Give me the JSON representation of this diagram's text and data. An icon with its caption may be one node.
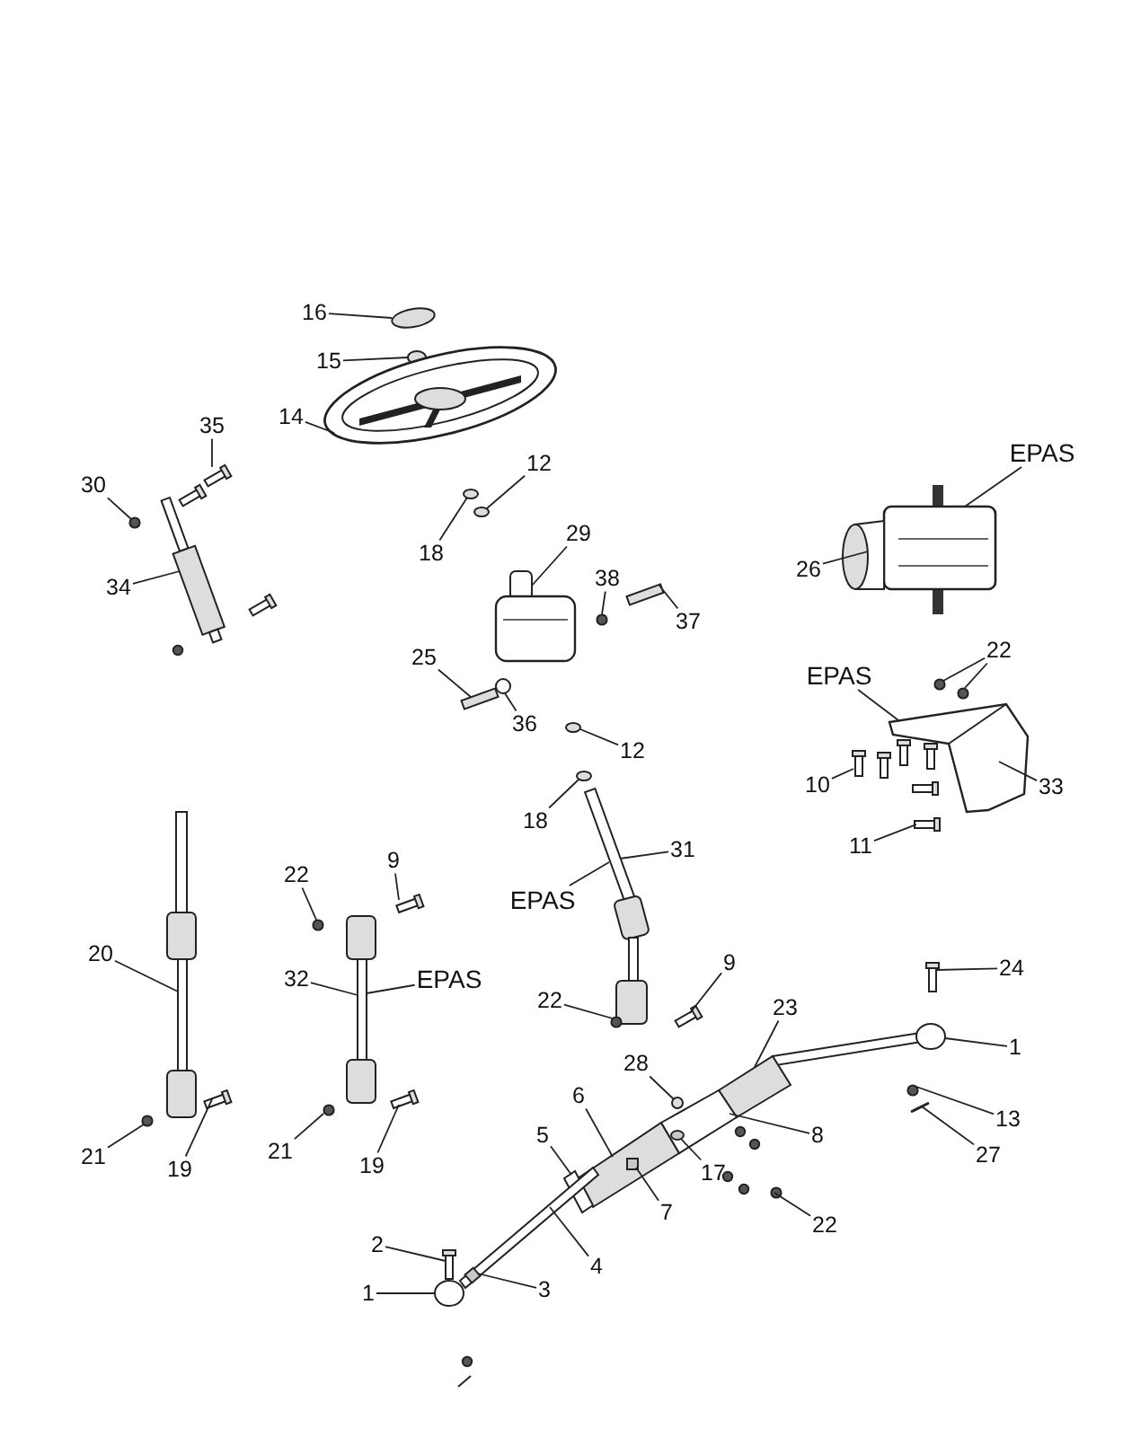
{
  "diagram": {
    "nodes": [
      {
        "text": [
          "16"
        ]
      },
      {
        "text": [
          "15"
        ]
      },
      {
        "text": [
          "14"
        ]
      },
      {
        "text": [
          "35"
        ]
      },
      {
        "text": [
          "30"
        ]
      },
      {
        "text": [
          "34"
        ]
      },
      {
        "text": [
          "12"
        ]
      },
      {
        "text": [
          "18"
        ]
      },
      {
        "text": [
          "29"
        ]
      },
      {
        "text": [
          "25"
        ]
      },
      {
        "text": [
          "36"
        ]
      },
      {
        "text": [
          "38"
        ]
      },
      {
        "text": [
          "37"
        ]
      },
      {
        "text": [
          "EPAS"
        ]
      },
      {
        "text": [
          "26"
        ]
      },
      {
        "text": [
          "22"
        ]
      },
      {
        "text": [
          "EPAS"
        ]
      },
      {
        "text": [
          "10"
        ]
      },
      {
        "text": [
          "33"
        ]
      },
      {
        "text": [
          "11"
        ]
      },
      {
        "text": [
          "12"
        ]
      },
      {
        "text": [
          "18"
        ]
      },
      {
        "text": [
          "31"
        ]
      },
      {
        "text": [
          "EPAS"
        ]
      },
      {
        "text": [
          "22"
        ]
      },
      {
        "text": [
          "9"
        ]
      },
      {
        "text": [
          "20"
        ]
      },
      {
        "text": [
          "32"
        ]
      },
      {
        "text": [
          "EPAS"
        ]
      },
      {
        "text": [
          "9"
        ]
      },
      {
        "text": [
          "22"
        ]
      },
      {
        "text": [
          "21"
        ]
      },
      {
        "text": [
          "19"
        ]
      },
      {
        "text": [
          "21"
        ]
      },
      {
        "text": [
          "19"
        ]
      },
      {
        "text": [
          "24"
        ]
      },
      {
        "text": [
          "1"
        ]
      },
      {
        "text": [
          "23"
        ]
      },
      {
        "text": [
          "28"
        ]
      },
      {
        "text": [
          "6"
        ]
      },
      {
        "text": [
          "5"
        ]
      },
      {
        "text": [
          "8"
        ]
      },
      {
        "text": [
          "13"
        ]
      },
      {
        "text": [
          "27"
        ]
      },
      {
        "text": [
          "17"
        ]
      },
      {
        "text": [
          "7"
        ]
      },
      {
        "text": [
          "22"
        ]
      },
      {
        "text": [
          "4"
        ]
      },
      {
        "text": [
          "2"
        ]
      },
      {
        "text": [
          "3"
        ]
      },
      {
        "text": [
          "1"
        ]
      },
      {
        "text": [],
        "shape": "ellipse"
      },
      {
        "text": [],
        "shape": "ellipse"
      },
      {
        "text": [],
        "shape": "picture"
      },
      {
        "text": [],
        "shape": "bolt"
      },
      {
        "text": [],
        "shape": "circle"
      },
      {
        "text": [],
        "shape": "cylinder"
      },
      {
        "text": [],
        "shape": "ellipse"
      },
      {
        "text": [],
        "shape": "ellipse"
      },
      {
        "text": [],
        "shape": "picture"
      },
      {
        "text": [],
        "shape": "bar"
      },
      {
        "text": [],
        "shape": "circle"
      },
      {
        "text": [],
        "shape": "circle"
      },
      {
        "text": [],
        "shape": "bar"
      },
      {
        "text": [],
        "shape": "picture"
      },
      {
        "text": [],
        "shape": "circle"
      },
      {
        "text": [],
        "shape": "circle"
      },
      {
        "text": [],
        "shape": "picture"
      },
      {
        "text": [],
        "shape": "bolt"
      },
      {
        "text": [],
        "shape": "bolt"
      },
      {
        "text": [],
        "shape": "ellipse"
      },
      {
        "text": [],
        "shape": "ellipse"
      },
      {
        "text": [],
        "shape": "picture"
      },
      {
        "text": [],
        "shape": "circle"
      },
      {
        "text": [],
        "shape": "bolt"
      },
      {
        "text": [],
        "shape": "picture"
      },
      {
        "text": [],
        "shape": "picture"
      },
      {
        "text": [],
        "shape": "bolt"
      },
      {
        "text": [],
        "shape": "circle"
      },
      {
        "text": [],
        "shape": "circle"
      },
      {
        "text": [],
        "shape": "bolt"
      },
      {
        "text": [],
        "shape": "circle"
      },
      {
        "text": [],
        "shape": "bolt"
      },
      {
        "text": [],
        "shape": "bolt"
      },
      {
        "text": [],
        "shape": "ellipse"
      },
      {
        "text": [],
        "shape": "picture"
      },
      {
        "text": [],
        "shape": "circle"
      },
      {
        "text": [],
        "shape": "picture"
      },
      {
        "text": [],
        "shape": "bar"
      },
      {
        "text": [],
        "shape": "box"
      },
      {
        "text": [],
        "shape": "circle"
      },
      {
        "text": [],
        "shape": "bar"
      },
      {
        "text": [],
        "shape": "ellipse",
        "in": 89
      },
      {
        "text": [],
        "shape": "box",
        "in": 87
      },
      {
        "text": [],
        "shape": "circle"
      },
      {
        "text": [],
        "shape": "bar"
      },
      {
        "text": [],
        "shape": "bolt"
      },
      {
        "text": [],
        "shape": "box",
        "in": 95
      },
      {
        "text": [],
        "shape": "ellipse"
      }
    ],
    "edges": [
      {
        "from": 0,
        "to": 51,
        "arrow": "none"
      },
      {
        "from": 1,
        "to": 52,
        "arrow": "none"
      },
      {
        "from": 2,
        "to": 53,
        "arrow": "none"
      },
      {
        "from": 3,
        "to": 54,
        "arrow": "none"
      },
      {
        "from": 4,
        "to": 55,
        "arrow": "none"
      },
      {
        "from": 5,
        "to": 56,
        "arrow": "none"
      },
      {
        "from": 6,
        "to": 57,
        "arrow": "none"
      },
      {
        "from": 7,
        "to": 58,
        "arrow": "none"
      },
      {
        "from": 8,
        "to": 59,
        "arrow": "none"
      },
      {
        "from": 9,
        "to": 60,
        "arrow": "none"
      },
      {
        "from": 10,
        "to": 61,
        "arrow": "none"
      },
      {
        "from": 11,
        "to": 62,
        "arrow": "none"
      },
      {
        "from": 12,
        "to": 63,
        "arrow": "none"
      },
      {
        "from": 13,
        "to": 64,
        "arrow": "none"
      },
      {
        "from": 14,
        "to": 64,
        "arrow": "none"
      },
      {
        "from": 15,
        "to": 65,
        "arrow": "none"
      },
      {
        "from": 15,
        "to": 66,
        "arrow": "none"
      },
      {
        "from": 16,
        "to": 67,
        "arrow": "none"
      },
      {
        "from": 17,
        "to": 68,
        "arrow": "none"
      },
      {
        "from": 18,
        "to": 67,
        "arrow": "none"
      },
      {
        "from": 19,
        "to": 69,
        "arrow": "none"
      },
      {
        "from": 20,
        "to": 70,
        "arrow": "none"
      },
      {
        "from": 21,
        "to": 71,
        "arrow": "none"
      },
      {
        "from": 22,
        "to": 72,
        "arrow": "none"
      },
      {
        "from": 23,
        "to": 72,
        "arrow": "none"
      },
      {
        "from": 24,
        "to": 73,
        "arrow": "none"
      },
      {
        "from": 25,
        "to": 74,
        "arrow": "none"
      },
      {
        "from": 26,
        "to": 75,
        "arrow": "none"
      },
      {
        "from": 27,
        "to": 76,
        "arrow": "none"
      },
      {
        "from": 28,
        "to": 76,
        "arrow": "none"
      },
      {
        "from": 29,
        "to": 77,
        "arrow": "none"
      },
      {
        "from": 30,
        "to": 78,
        "arrow": "none"
      },
      {
        "from": 31,
        "to": 79,
        "arrow": "none"
      },
      {
        "from": 32,
        "to": 80,
        "arrow": "none"
      },
      {
        "from": 33,
        "to": 81,
        "arrow": "none"
      },
      {
        "from": 34,
        "to": 82,
        "arrow": "none"
      },
      {
        "from": 35,
        "to": 83,
        "arrow": "none"
      },
      {
        "from": 36,
        "to": 84,
        "arrow": "none"
      },
      {
        "from": 37,
        "to": 85,
        "arrow": "none"
      },
      {
        "from": 38,
        "to": 86,
        "arrow": "none"
      },
      {
        "from": 39,
        "to": 87,
        "arrow": "none"
      },
      {
        "from": 40,
        "to": 88,
        "arrow": "none"
      },
      {
        "from": 41,
        "to": 89,
        "arrow": "none"
      },
      {
        "from": 42,
        "to": 90,
        "arrow": "none"
      },
      {
        "from": 43,
        "to": 91,
        "arrow": "none"
      },
      {
        "from": 44,
        "to": 92,
        "arrow": "none"
      },
      {
        "from": 45,
        "to": 93,
        "arrow": "none"
      },
      {
        "from": 46,
        "to": 94,
        "arrow": "none"
      },
      {
        "from": 47,
        "to": 95,
        "arrow": "none"
      },
      {
        "from": 48,
        "to": 96,
        "arrow": "none"
      },
      {
        "from": 49,
        "to": 97,
        "arrow": "none"
      },
      {
        "from": 50,
        "to": 98,
        "arrow": "none"
      }
    ]
  }
}
